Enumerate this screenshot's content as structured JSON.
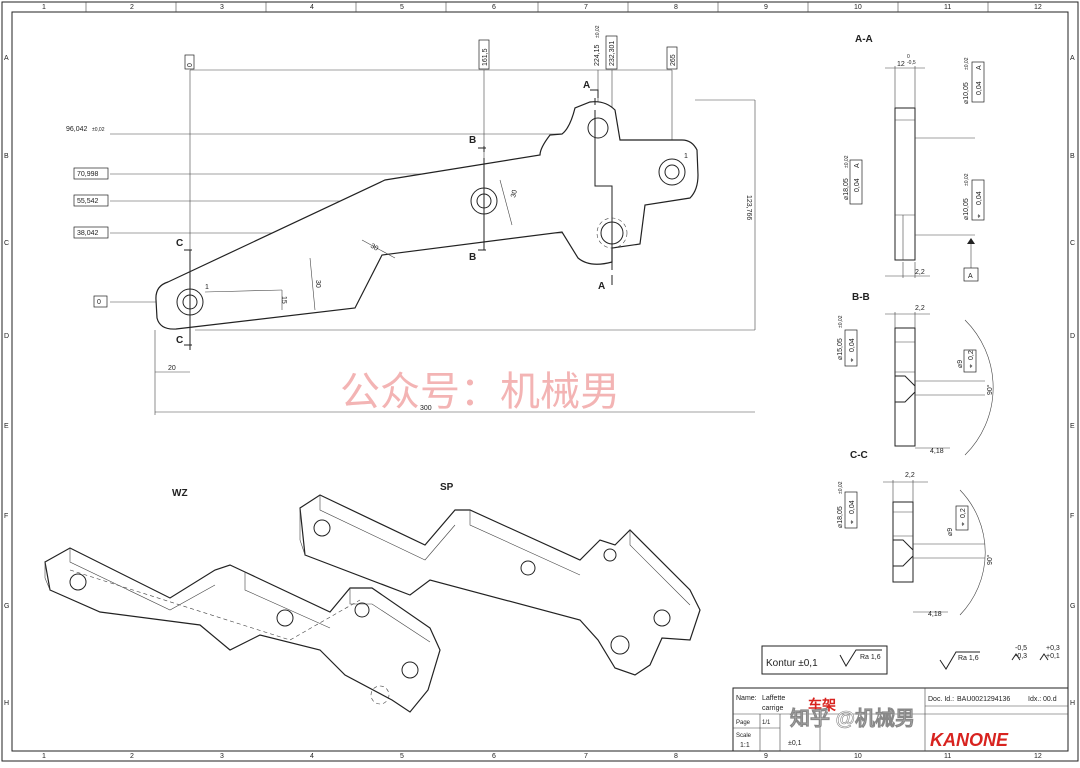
{
  "frame": {
    "col_numbers": [
      "1",
      "2",
      "3",
      "4",
      "5",
      "6",
      "7",
      "8",
      "9",
      "10",
      "11",
      "12"
    ],
    "row_letters": [
      "A",
      "B",
      "C",
      "D",
      "E",
      "F",
      "G",
      "H"
    ]
  },
  "main_view": {
    "top_dims": [
      "0",
      "161,5",
      "224,15",
      "±0,02",
      "232,301",
      "265"
    ],
    "left_dims": [
      "96,042",
      "±0,02",
      "70,998",
      "55,542",
      "38,042",
      "0"
    ],
    "inner_dims": [
      "30",
      "30",
      "30",
      "15",
      "1",
      "1"
    ],
    "bottom_dims": [
      "20",
      "300"
    ],
    "right_dim": "123,766",
    "section_labels": [
      "A",
      "A",
      "B",
      "B",
      "C",
      "C"
    ]
  },
  "section_views": {
    "aa": {
      "title": "A-A",
      "dims": [
        "12",
        "0",
        "-0,5",
        "⌀10,05",
        "±0,02",
        "0,04",
        "A",
        "⌀18,05",
        "±0,02",
        "0,04",
        "A",
        "⌀10,05",
        "±0,02",
        "⌖",
        "0,04",
        "2,2",
        "A"
      ]
    },
    "bb": {
      "title": "B-B",
      "dims": [
        "2,2",
        "⌀15,05",
        "±0,02",
        "⌖",
        "0,04",
        "⌀9",
        "⌖",
        "0,2",
        "90°",
        "4,18"
      ]
    },
    "cc": {
      "title": "C-C",
      "dims": [
        "2,2",
        "⌀18,05",
        "±0,02",
        "⌖",
        "0,04",
        "⌀9",
        "⌖",
        "0,2",
        "90°",
        "4,18"
      ]
    }
  },
  "iso_labels": {
    "wz": "WZ",
    "sp": "SP"
  },
  "watermark": "公众号：机械男",
  "kontur": {
    "text": "Kontur ±0,1",
    "ra": "Ra 1,6"
  },
  "surface": {
    "ra": "Ra 1,6",
    "tol1_upper": "-0,5",
    "tol1_lower": "-0,3",
    "tol2_upper": "+0,3",
    "tol2_lower": "+0,1"
  },
  "title_block": {
    "name_label": "Name:",
    "name_value": "Laffette",
    "name_sub": "carrige",
    "cn_name": "车架",
    "page_label": "Page",
    "page_value": "1/1",
    "scale_label": "Scale",
    "scale_value": "1:1",
    "tol_value": "±0,1",
    "doc_label": "Doc. Id.:",
    "doc_value": "BAU0021294136",
    "idx_label": "Idx.:",
    "idx_value": "00.d",
    "zhihu": "知乎 @机械男",
    "brand": "KANONE",
    "brand_color": "#d8231f"
  }
}
